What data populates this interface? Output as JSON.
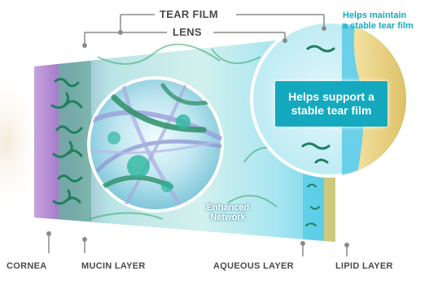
{
  "labels": {
    "tear_film": "TEAR FILM",
    "lens": "LENS",
    "cornea": "CORNEA",
    "mucin_layer": "MUCIN LAYER",
    "aqueous_layer": "AQUEOUS LAYER",
    "lipid_layer": "LIPID LAYER"
  },
  "notes": {
    "maintain_line1": "Helps maintain",
    "maintain_line2": "a stable tear film",
    "support_line1": "Helps support a",
    "support_line2": "stable tear film",
    "enhanced_line1": "Enhanced",
    "enhanced_line2": "Network"
  },
  "colors": {
    "label_gray": "#4a4a4a",
    "accent_teal": "#15a9bf",
    "cornea_purple": "#b58fd0",
    "mucin_green": "#2e8f6f",
    "aqueous_cyan": "#66d6ea",
    "lipid_gold": "#e6cf7a"
  }
}
